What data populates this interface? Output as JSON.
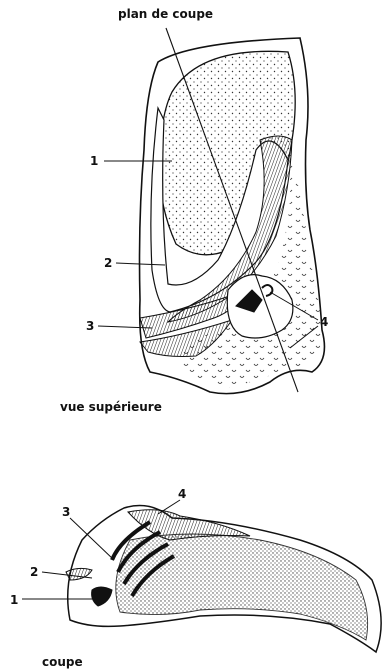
{
  "diagram": {
    "top_view": {
      "heading": "plan de coupe",
      "caption": "vue supérieure",
      "labels": {
        "l1": "1",
        "l2": "2",
        "l3": "3",
        "l4": "4"
      }
    },
    "section_view": {
      "caption": "coupe",
      "labels": {
        "l1": "1",
        "l2": "2",
        "l3": "3",
        "l4": "4"
      }
    }
  }
}
